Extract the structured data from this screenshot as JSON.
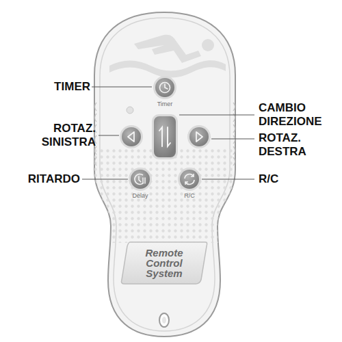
{
  "diagram": {
    "nodes": [
      {
        "text": [
          "Timer"
        ]
      },
      {
        "text": [
          "Delay"
        ]
      },
      {
        "text": [
          "R/C"
        ]
      },
      {
        "text": [
          "Remote Control System"
        ]
      }
    ],
    "labels": [
      "TIMER",
      "CAMBIO DIREZIONE",
      "ROTAZ. SINISTRA",
      "ROTAZ. DESTRA",
      "RITARDO",
      "R/C"
    ]
  }
}
